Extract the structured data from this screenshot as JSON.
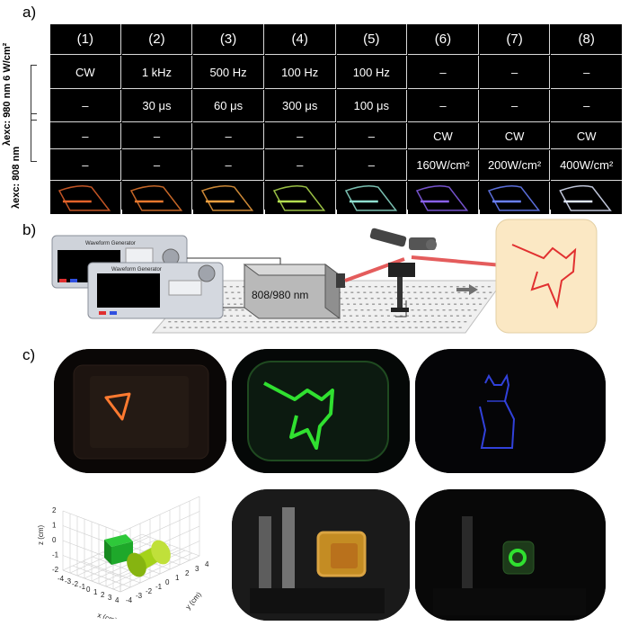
{
  "panel_a": {
    "label": "a)",
    "side_label_980": "λexc: 980 nm  6 W/cm²",
    "side_label_808": "λexc: 808 nm",
    "columns": [
      "(1)",
      "(2)",
      "(3)",
      "(4)",
      "(5)",
      "(6)",
      "(7)",
      "(8)"
    ],
    "rows": [
      [
        "CW",
        "1 kHz",
        "500 Hz",
        "100 Hz",
        "100 Hz",
        "–",
        "–",
        "–"
      ],
      [
        "–",
        "30 μs",
        "60 μs",
        "300 μs",
        "100 μs",
        "–",
        "–",
        "–"
      ],
      [
        "–",
        "–",
        "–",
        "–",
        "–",
        "CW",
        "CW",
        "CW"
      ],
      [
        "–",
        "–",
        "–",
        "–",
        "–",
        "160W/cm²",
        "200W/cm²",
        "400W/cm²"
      ]
    ],
    "thumb_colors": [
      "#e4632a",
      "#e8782e",
      "#f0a040",
      "#b4e050",
      "#8fe0d0",
      "#8a60f0",
      "#6a80ff",
      "#e0e8ff"
    ]
  },
  "panel_b": {
    "label": "b)",
    "generator_label_1": "Waveform Generator",
    "generator_label_2": "Waveform Generator",
    "laser_label": "808/980 nm"
  },
  "panel_c": {
    "label": "c)",
    "axis_x": "x (cm)",
    "axis_y": "y (cm)",
    "axis_z": "z (cm)",
    "x_ticks": [
      "-4",
      "-3",
      "-2",
      "-1",
      "0",
      "1",
      "2",
      "3",
      "4"
    ],
    "y_ticks": [
      "-4",
      "-3",
      "-2",
      "-1",
      "0",
      "1",
      "2",
      "3",
      "4"
    ],
    "z_ticks": [
      "-2",
      "-1",
      "0",
      "1",
      "2"
    ],
    "colors": {
      "orange": "#ff7a30",
      "green": "#30e030",
      "blue": "#3a4cff",
      "cube": "#1ea82a",
      "cylinder": "#a4d21a"
    }
  }
}
